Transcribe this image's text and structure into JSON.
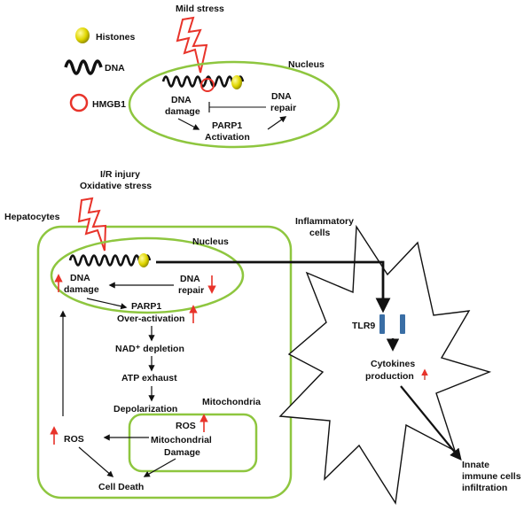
{
  "legend": {
    "histones": "Histones",
    "dna": "DNA",
    "hmgb1": "HMGB1"
  },
  "top": {
    "stress": "Mild stress",
    "nucleus": "Nucleus",
    "dna_damage_1": "DNA",
    "dna_damage_2": "damage",
    "dna_repair_1": "DNA",
    "dna_repair_2": "repair",
    "parp1": "PARP1",
    "activation": "Activation"
  },
  "bottom": {
    "stress_1": "I/R injury",
    "stress_2": "Oxidative stress",
    "hepatocytes": "Hepatocytes",
    "nucleus": "Nucleus",
    "dna_damage_1": "DNA",
    "dna_damage_2": "damage",
    "dna_repair_1": "DNA",
    "dna_repair_2": "repair",
    "parp1": "PARP1",
    "over_activation": "Over-activation",
    "nad_depletion": "NAD⁺ depletion",
    "atp_exhaust": "ATP exhaust",
    "depolarization": "Depolarization",
    "mitochondria": "Mitochondria",
    "ros_mito": "ROS",
    "mito_damage_1": "Mitochondrial",
    "mito_damage_2": "Damage",
    "ros": "ROS",
    "cell_death": "Cell Death"
  },
  "immune": {
    "inflammatory_1": "Inflammatory",
    "inflammatory_2": "cells",
    "tlr9": "TLR9",
    "cytokines_1": "Cytokines",
    "cytokines_2": "production",
    "innate_1": "Innate",
    "innate_2": "immune cells",
    "innate_3": "infiltration"
  },
  "colors": {
    "membrane": "#8ec63f",
    "bolt": "#e8332a",
    "up_down_arrow": "#e8332a",
    "histone": "#d8d000",
    "receptor": "#3a6ea5"
  }
}
